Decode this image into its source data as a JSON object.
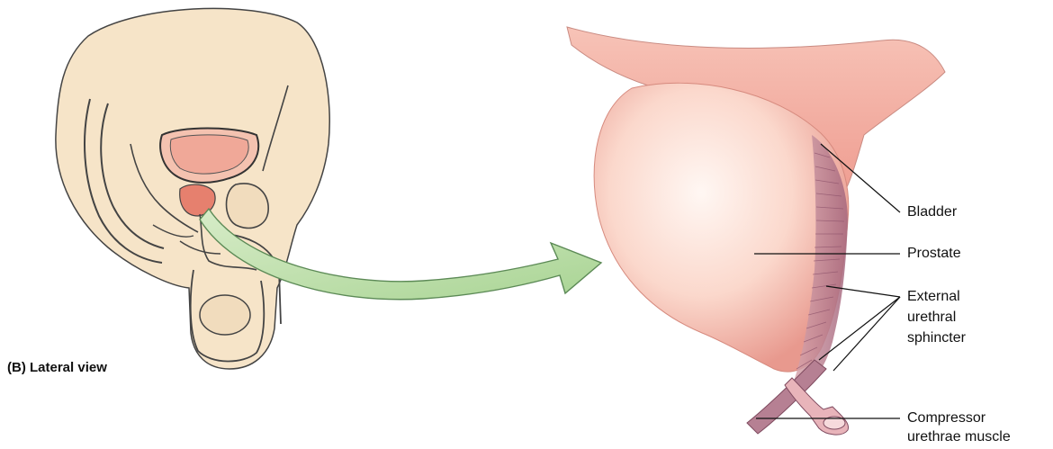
{
  "panel_title": "(B) Lateral view",
  "labels": {
    "bladder": "Bladder",
    "prostate": "Prostate",
    "sphincter_line1": "External",
    "sphincter_line2": "urethral",
    "sphincter_line3": "sphincter",
    "compressor_line1": "Compressor",
    "compressor_line2": "urethrae muscle"
  },
  "colors": {
    "skin": "#f6e4c8",
    "bladder": "#f4b0a4",
    "prostate_highlight": "#fde9e2",
    "muscle": "#a86e83",
    "arrow_fill": "#bfe0b0",
    "arrow_stroke": "#5c8a56",
    "outline": "#3a3a3a"
  }
}
